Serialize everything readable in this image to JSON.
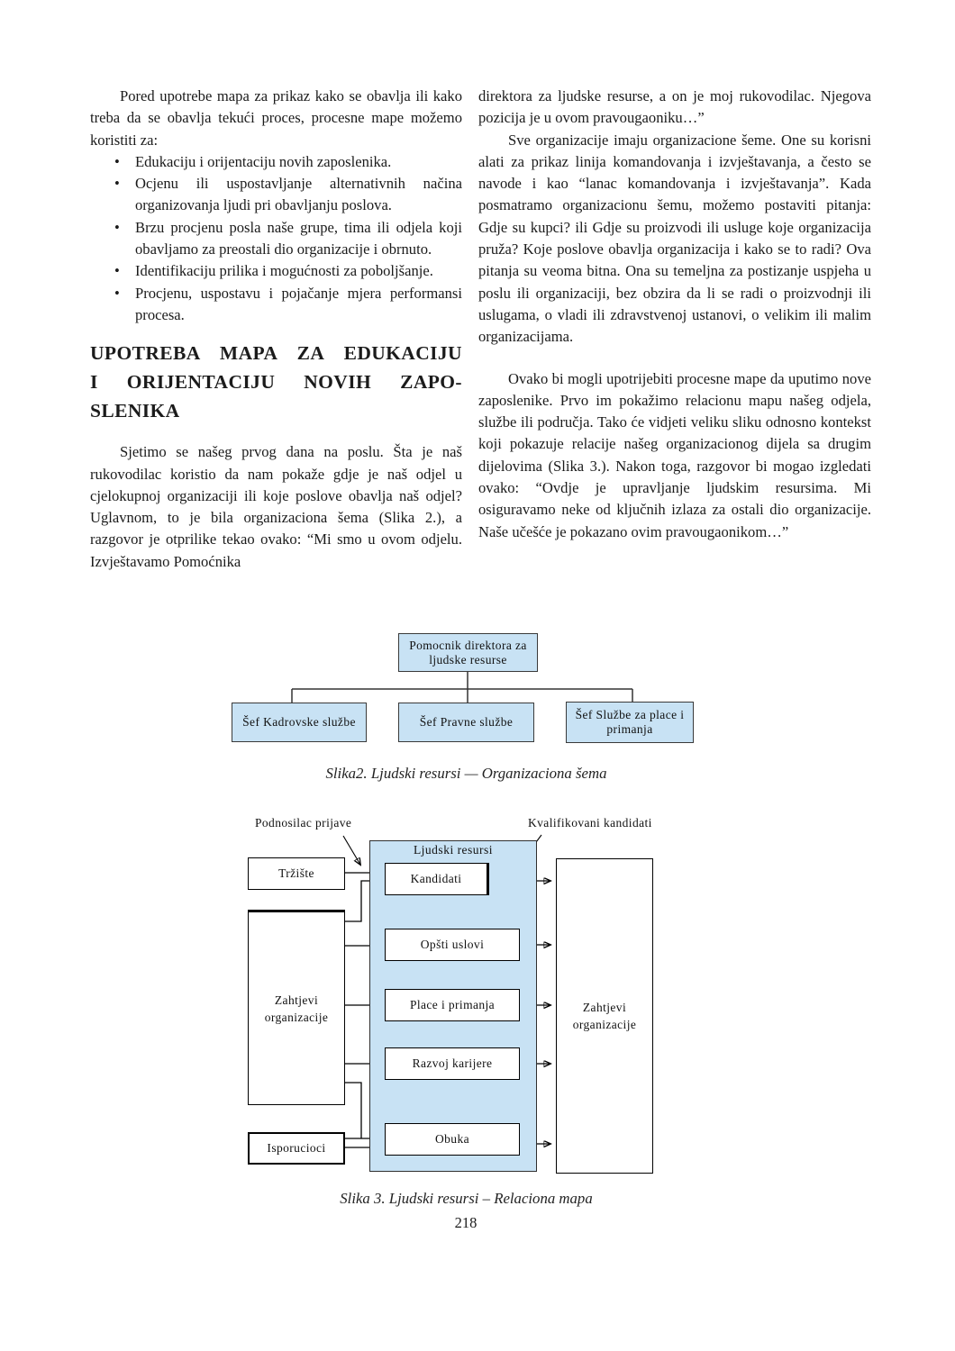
{
  "page": {
    "number": "218"
  },
  "left_column": {
    "para_intro": "Pored upotrebe mapa za prikaz kako se obavlja ili kako treba da se obavlja tekući proces, procesne mape možemo koristiti za:",
    "bullets": [
      "Edukaciju i orijentaciju novih zaposlenika.",
      "Ocjenu ili uspostavljanje alternativnih načina organizovanja ljudi pri obavljanju poslova.",
      "Brzu procjenu posla naše grupe, tima ili odjela koji obavljamo za preostali dio organizacije i obrnuto.",
      "Identifikaciju prilika i mogućnosti za poboljšanje.",
      "Procjenu, uspostavu i pojačanje mjera performansi procesa."
    ],
    "bullet_marker": "•",
    "heading_lines": [
      "UPOTREBA MAPA ZA EDUKACIJU",
      "I ORIJENTACIJU NOVIH ZAPO-",
      "SLENIKA"
    ],
    "para_after_heading": "Sjetimo se našeg prvog dana na poslu. Šta je naš rukovodilac koristio da nam pokaže gdje je naš odjel u cjelokupnoj organizaciji ili koje poslove obavlja naš odjel? Uglavnom, to je bila organizaciona šema (Slika 2.), a razgovor je otprilike tekao ovako: “Mi smo u ovom odjelu. Izvještavamo Pomoćnika"
  },
  "right_column": {
    "para_continuation": "direktora za ljudske resurse, a on je moj rukovodilac. Njegova pozicija je u ovom pravougaoniku…”",
    "para_org_charts": "Sve organizacije imaju organizacione šeme. One su korisni alati za prikaz linija komandovanja i izvještavanja, a često se navode i kao “lanac komandovanja i izvještavanja”. Kada posmatramo organizacionu šemu, možemo postaviti pitanja: Gdje su kupci? ili Gdje su proizvodi ili usluge koje organizacija pruža? Koje poslove obavlja organizacija i kako se to radi? Ova pitanja su veoma bitna. Ona su temeljna za postizanje uspjeha u poslu ili organizaciji, bez obzira da li se radi o proizvodnji ili uslugama, o vladi ili zdravstvenoj ustanovi, o velikim ili malim organizacijama.",
    "para_process_maps": "Ovako bi mogli upotrijebiti procesne mape da uputimo nove zaposlenike. Prvo im pokažimo relacionu mapu našeg odjela, službe ili područja. Tako će vidjeti veliku sliku odnosno kontekst koji pokazuje relacije našeg organizacionog dijela sa drugim dijelovima (Slika 3.). Nakon toga, razgovor bi mogao izgledati ovako: “Ovdje je upravljanje ljudskim resursima. Mi osiguravamo neke od ključnih izlaza za ostali dio organizacije. Naše učešće je pokazano ovim pravougaonikom…”"
  },
  "figure2": {
    "caption": "Slika2. Ljudski resursi — Organizaciona šema",
    "box_fill": "#c8e2f4",
    "boxes": {
      "top": "Pomocnik direktora za ljudske resurse",
      "left": "Šef Kadrovske službe",
      "middle": "Šef Pravne službe",
      "right": "Šef Službe za place i primanja"
    }
  },
  "figure3": {
    "caption": "Slika 3. Ljudski resursi – Relaciona mapa",
    "container_fill": "#c8e2f4",
    "container_title": "Ljudski resursi",
    "labels": {
      "top_left": "Podnosilac prijave",
      "top_right": "Kvalifikovani kandidati"
    },
    "process_boxes": [
      "Kandidati",
      "Opšti uslovi",
      "Place i primanja",
      "Razvoj karijere",
      "Obuka"
    ],
    "left_boxes": [
      "Tržište",
      "Zahtjevi organizacije",
      "Isporucioci"
    ],
    "right_box": "Zahtjevi organizacije"
  }
}
